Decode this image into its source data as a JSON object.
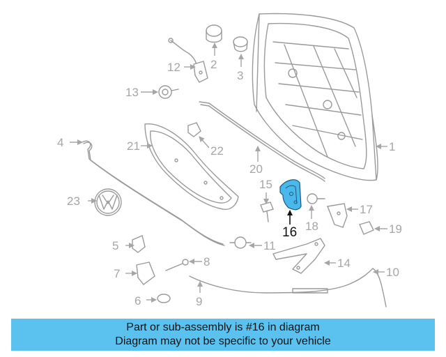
{
  "diagram": {
    "callouts": {
      "c1": "1",
      "c2": "2",
      "c3": "3",
      "c4": "4",
      "c5": "5",
      "c6": "6",
      "c7": "7",
      "c8": "8",
      "c9": "9",
      "c10": "10",
      "c11": "11",
      "c12": "12",
      "c13": "13",
      "c14": "14",
      "c15": "15",
      "c16": "16",
      "c17": "17",
      "c18": "18",
      "c19": "19",
      "c20": "20",
      "c21": "21",
      "c22": "22",
      "c23": "23"
    },
    "highlight_color": "#4bb8ec",
    "line_color": "#9a9a9a"
  },
  "banner": {
    "line1": "Part or sub-assembly is #16 in diagram",
    "line2": "Diagram may not be specific to your vehicle",
    "color": "#5bc2f0"
  }
}
